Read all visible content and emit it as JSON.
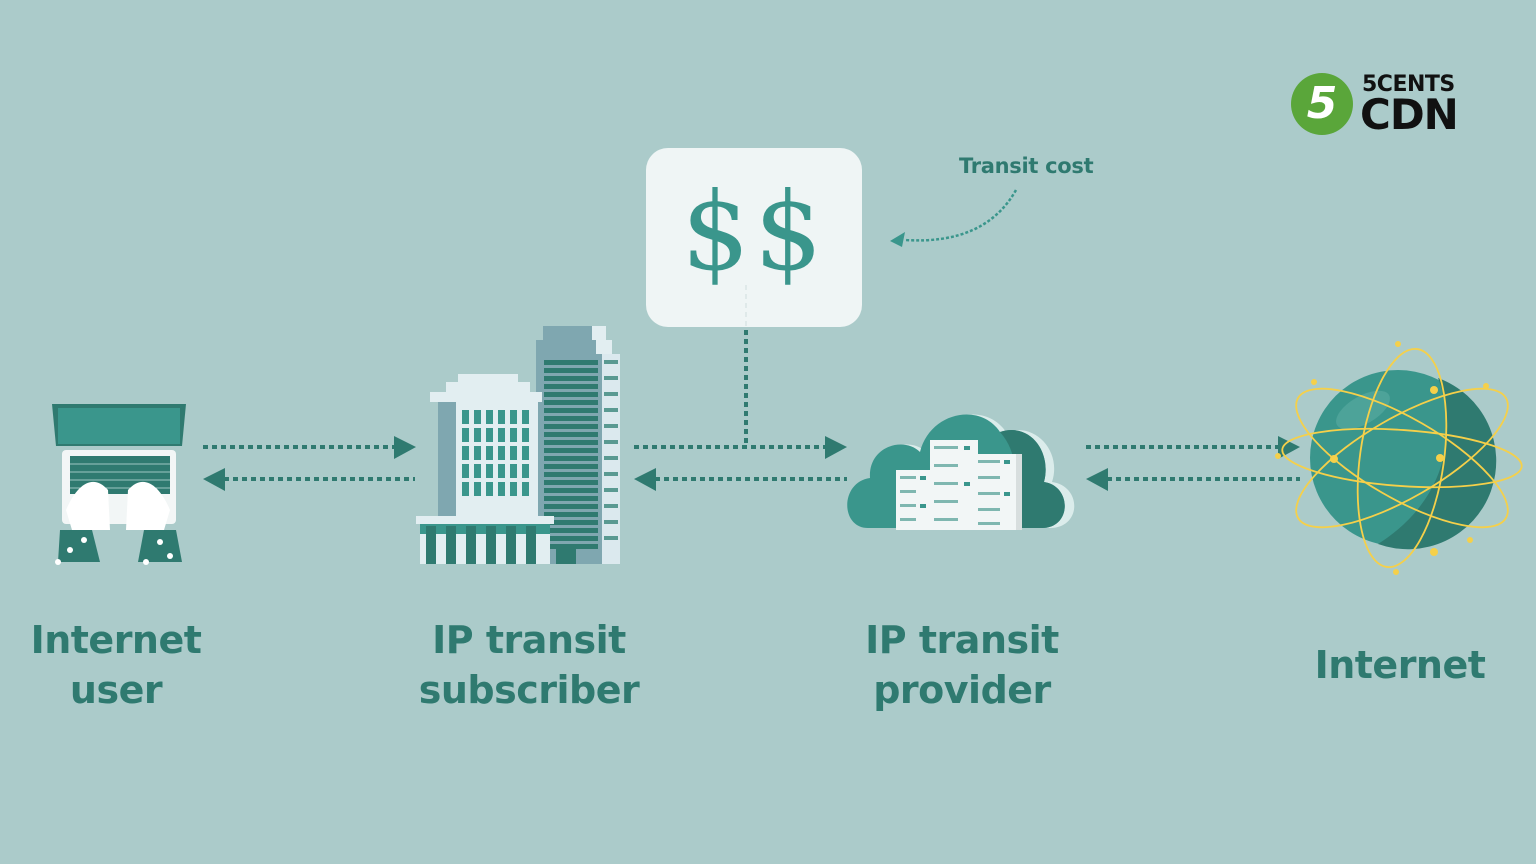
{
  "logo": {
    "badge_digit": "5",
    "line1": "5CENTS",
    "line2": "CDN",
    "badge_color": "#5aa63a"
  },
  "cost_box": {
    "symbol": "$$",
    "annotation": "Transit cost"
  },
  "nodes": [
    {
      "id": "internet-user",
      "label_line1": "Internet",
      "label_line2": "user",
      "icon": "laptop-typing-icon"
    },
    {
      "id": "ip-transit-subscriber",
      "label_line1": "IP transit",
      "label_line2": "subscriber",
      "icon": "office-buildings-icon"
    },
    {
      "id": "ip-transit-provider",
      "label_line1": "IP transit",
      "label_line2": "provider",
      "icon": "cloud-servers-icon"
    },
    {
      "id": "internet",
      "label_line1": "Internet",
      "icon": "globe-orbit-icon"
    }
  ],
  "connections": [
    {
      "from": "internet-user",
      "to": "ip-transit-subscriber",
      "direction": "bidirectional"
    },
    {
      "from": "ip-transit-subscriber",
      "to": "ip-transit-provider",
      "direction": "bidirectional"
    },
    {
      "from": "ip-transit-provider",
      "to": "internet",
      "direction": "bidirectional"
    }
  ],
  "colors": {
    "background": "#abcbca",
    "primary": "#2f7a70",
    "accent": "#3a968c",
    "card": "#eff5f5",
    "orbit": "#f5d04a"
  }
}
